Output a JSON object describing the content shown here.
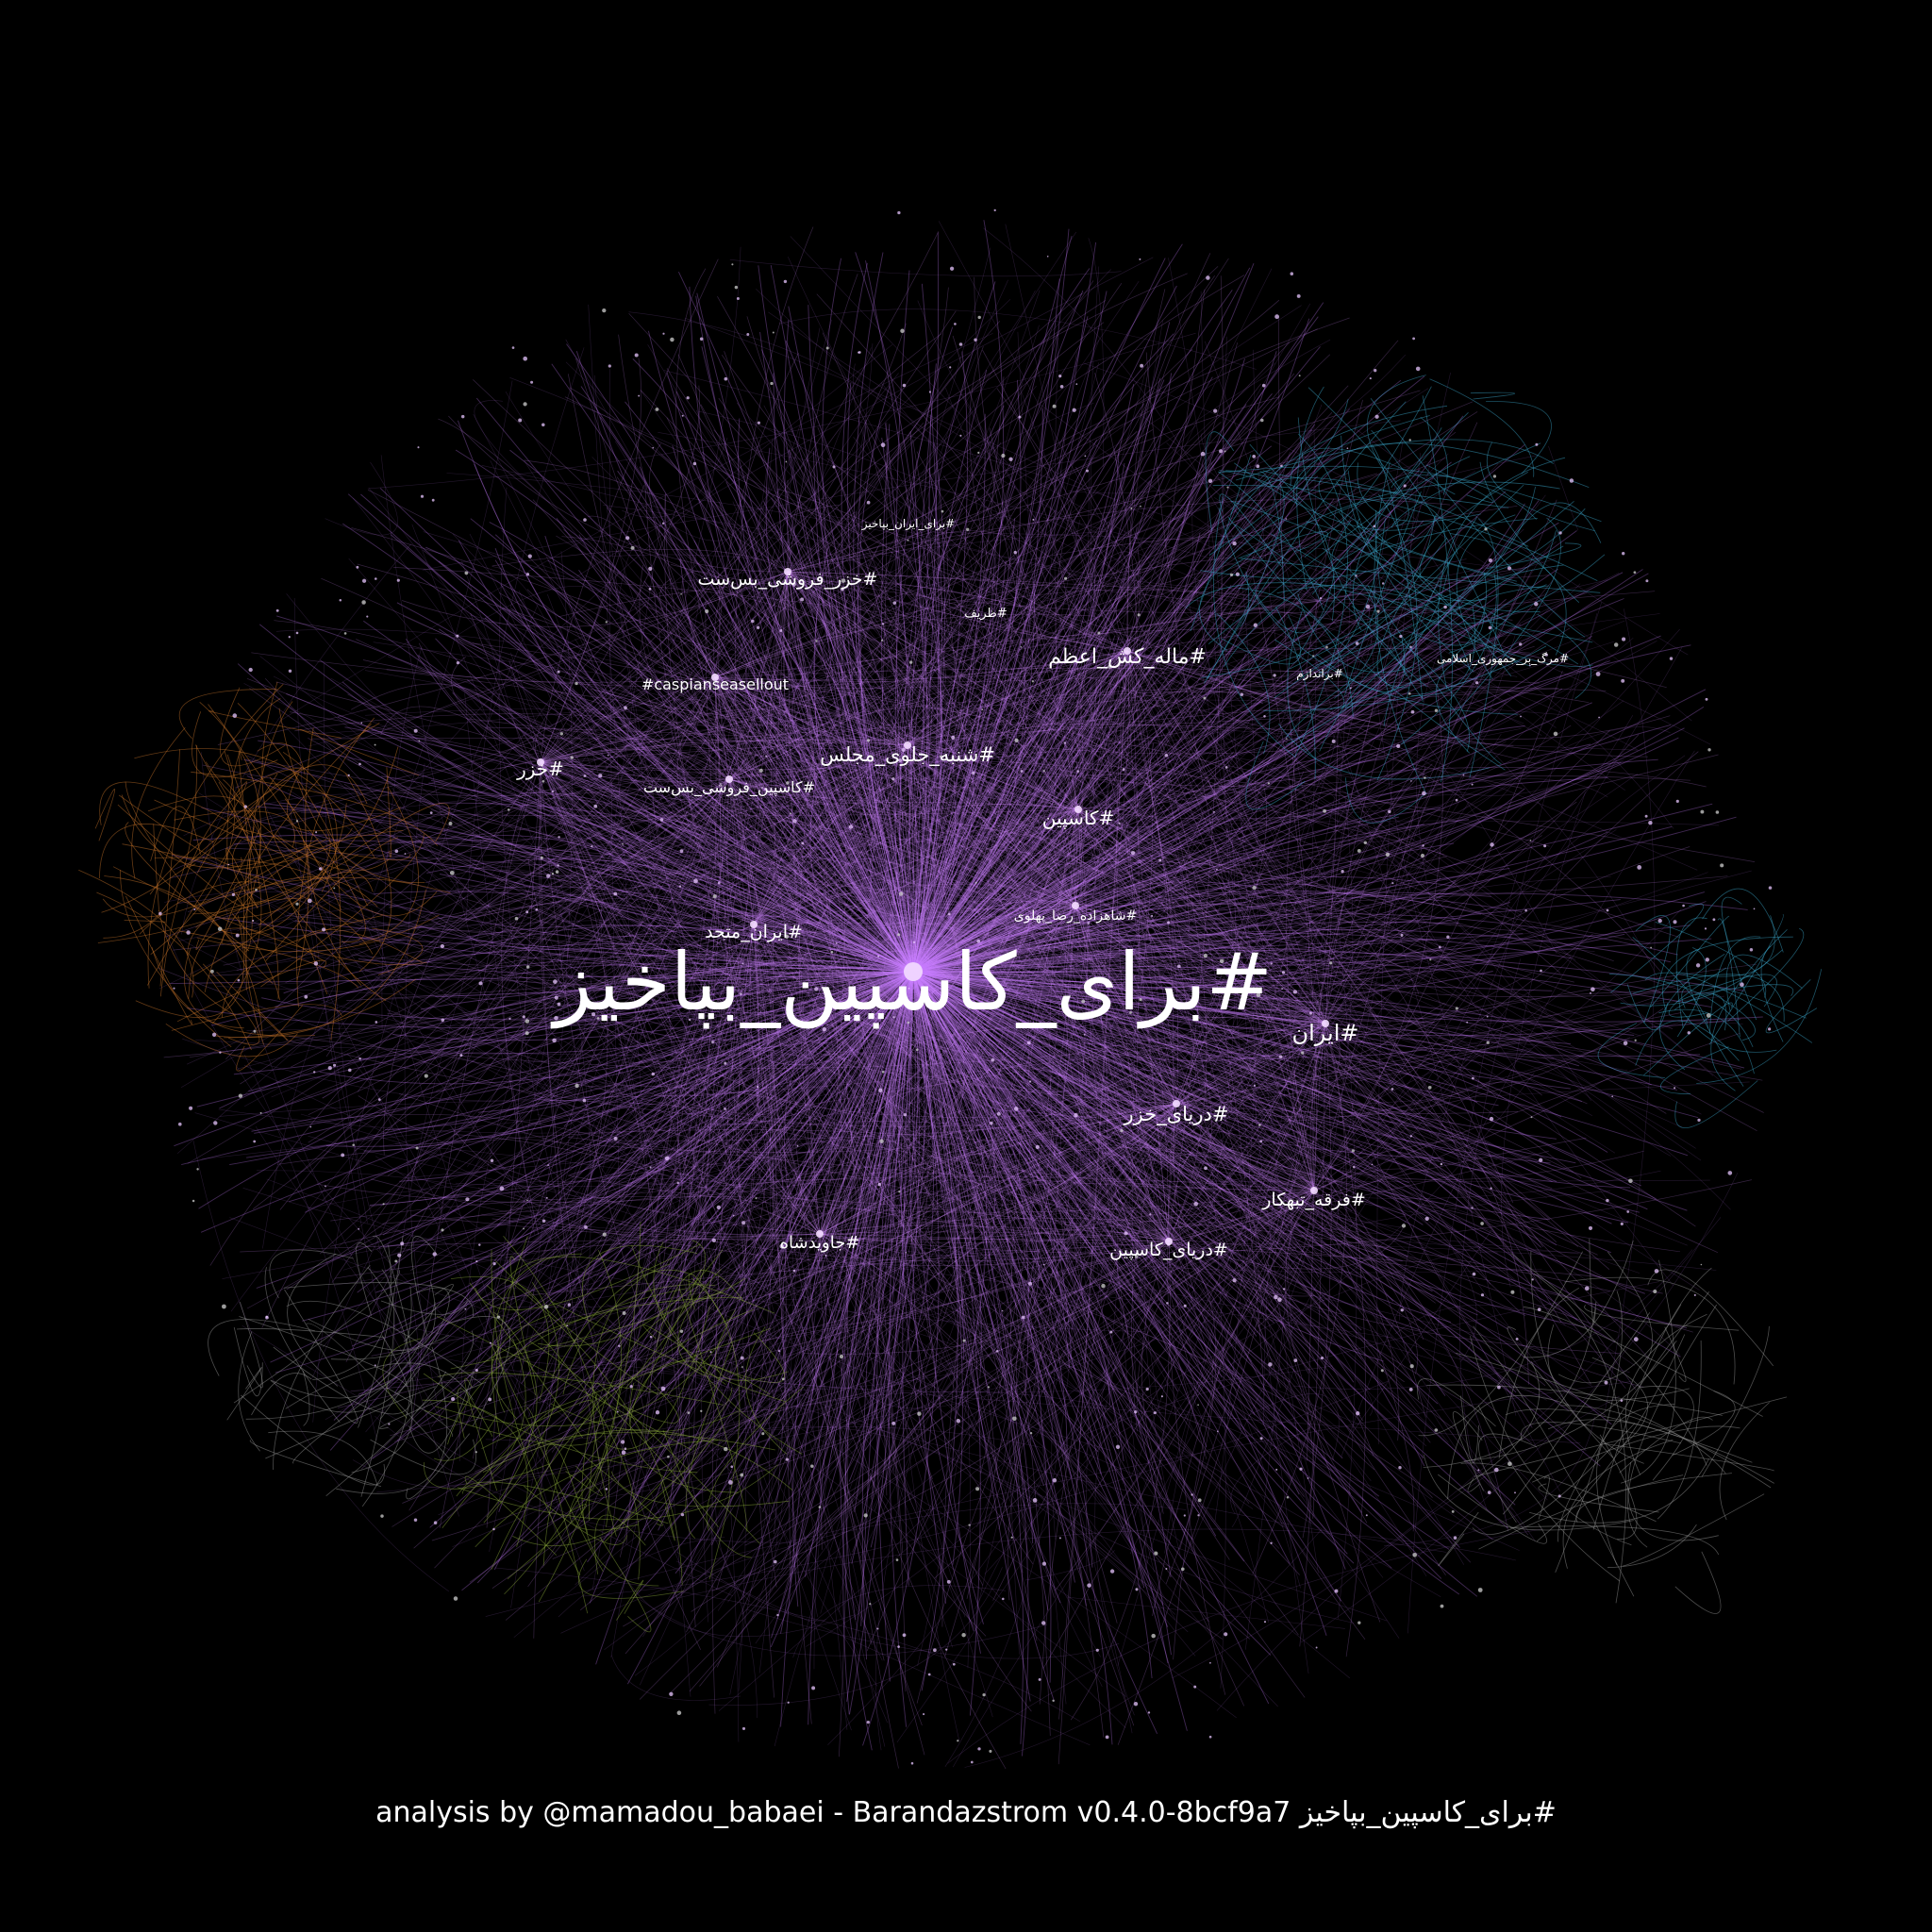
{
  "colors": {
    "background": "#000000",
    "edge_primary": "#c77dff",
    "edge_secondary": "#d58cff",
    "edge_teal": "#3aa6c9",
    "edge_orange": "#c8742a",
    "edge_green": "#8aa83a",
    "edge_grey": "#9a9a9a",
    "label": "#ffffff"
  },
  "graph": {
    "central_hashtag": "#برای_کاسپین_بپاخیز",
    "labels": [
      "#برای_کاسپین_بپاخیز",
      "#ایران",
      "#دریای_خزر",
      "#شنبه_جلوی_مجلس",
      "#کاسپین",
      "#ماله_کش_اعظم",
      "#خزر_فروشی_بس‌ست",
      "#caspianseasellout",
      "#خزر",
      "#کاسپین_فروشی_بس‌ست",
      "#ایران_متحد",
      "#فرقه_تبهکار",
      "#جاویدشاه",
      "#دریای_کاسپین",
      "#شاهزاده_رضا_پهلوی",
      "#ظریف",
      "#برای_ایران_بپاخیز",
      "#مرگ_بر_جمهوری_اسلامی",
      "#براندازم"
    ]
  },
  "footer": {
    "caption": "#برای_کاسپین_بپاخیز analysis by @mamadou_babaei - Barandazstrom v0.4.0-8bcf9a7"
  }
}
